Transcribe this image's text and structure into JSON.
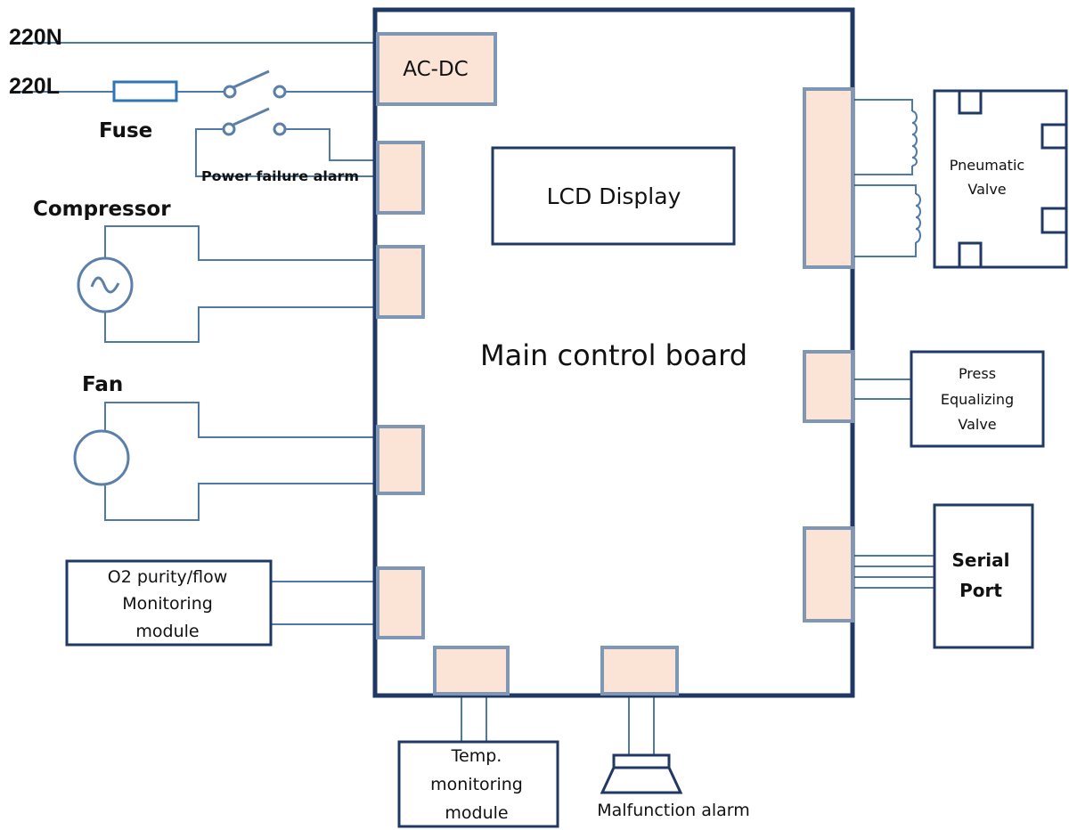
{
  "labels": {
    "n_line": "220N",
    "l_line": "220L",
    "fuse": "Fuse",
    "power_failure_alarm": "Power failure alarm",
    "compressor": "Compressor",
    "fan": "Fan",
    "o2_module": [
      "O2 purity/flow",
      "Monitoring",
      "module"
    ],
    "ac_dc": "AC-DC",
    "lcd_display": "LCD Display",
    "main_board": "Main control board",
    "pneumatic_valve": [
      "Pneumatic",
      "Valve"
    ],
    "press_equalizing_valve": [
      "Press",
      "Equalizing",
      "Valve"
    ],
    "serial_port": [
      "Serial",
      "Port"
    ],
    "temp_module": [
      "Temp.",
      "monitoring",
      "module"
    ],
    "malfunction_alarm": "Malfunction alarm"
  },
  "colors": {
    "board_border": "#1f3864",
    "wire": "#4f7aa8",
    "connector_fill": "#fbe3d6",
    "connector_border": "#7f97b5"
  }
}
